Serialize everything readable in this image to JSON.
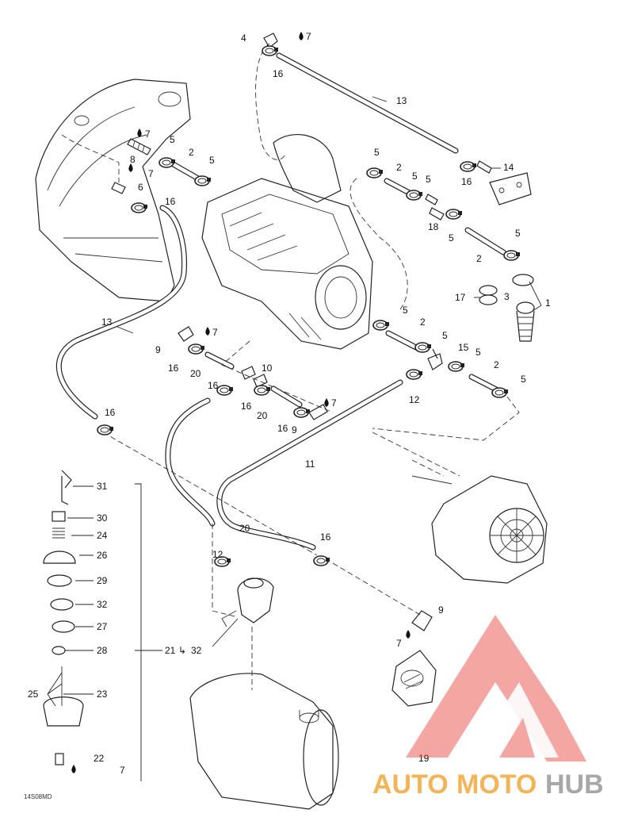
{
  "callouts": [
    {
      "id": "c1",
      "text": "1"
    },
    {
      "id": "c2a",
      "text": "2"
    },
    {
      "id": "c2b",
      "text": "2"
    },
    {
      "id": "c2c",
      "text": "2"
    },
    {
      "id": "c2d",
      "text": "2"
    },
    {
      "id": "c2e",
      "text": "2"
    },
    {
      "id": "c3",
      "text": "3"
    },
    {
      "id": "c4",
      "text": "4"
    },
    {
      "id": "c5a",
      "text": "5"
    },
    {
      "id": "c5b",
      "text": "5"
    },
    {
      "id": "c5c",
      "text": "5"
    },
    {
      "id": "c5d",
      "text": "5"
    },
    {
      "id": "c5e",
      "text": "5"
    },
    {
      "id": "c5f",
      "text": "5"
    },
    {
      "id": "c5g",
      "text": "5"
    },
    {
      "id": "c5h",
      "text": "5"
    },
    {
      "id": "c5i",
      "text": "5"
    },
    {
      "id": "c5j",
      "text": "5"
    },
    {
      "id": "c5k",
      "text": "5"
    },
    {
      "id": "c6",
      "text": "6"
    },
    {
      "id": "c7a",
      "text": "7"
    },
    {
      "id": "c7b",
      "text": "7"
    },
    {
      "id": "c7c",
      "text": "7"
    },
    {
      "id": "c7d",
      "text": "7"
    },
    {
      "id": "c7e",
      "text": "7"
    },
    {
      "id": "c7f",
      "text": "7"
    },
    {
      "id": "c7g",
      "text": "7"
    },
    {
      "id": "c8",
      "text": "8"
    },
    {
      "id": "c9a",
      "text": "9"
    },
    {
      "id": "c9b",
      "text": "9"
    },
    {
      "id": "c9c",
      "text": "9"
    },
    {
      "id": "c10",
      "text": "10"
    },
    {
      "id": "c11",
      "text": "11"
    },
    {
      "id": "c12a",
      "text": "12"
    },
    {
      "id": "c12b",
      "text": "12"
    },
    {
      "id": "c13a",
      "text": "13"
    },
    {
      "id": "c13b",
      "text": "13"
    },
    {
      "id": "c14",
      "text": "14"
    },
    {
      "id": "c15",
      "text": "15"
    },
    {
      "id": "c16a",
      "text": "16"
    },
    {
      "id": "c16b",
      "text": "16"
    },
    {
      "id": "c16c",
      "text": "16"
    },
    {
      "id": "c16d",
      "text": "16"
    },
    {
      "id": "c16e",
      "text": "16"
    },
    {
      "id": "c16f",
      "text": "16"
    },
    {
      "id": "c16g",
      "text": "16"
    },
    {
      "id": "c16h",
      "text": "16"
    },
    {
      "id": "c16i",
      "text": "16"
    },
    {
      "id": "c17",
      "text": "17"
    },
    {
      "id": "c18",
      "text": "18"
    },
    {
      "id": "c19",
      "text": "19"
    },
    {
      "id": "c20a",
      "text": "20"
    },
    {
      "id": "c20b",
      "text": "20"
    },
    {
      "id": "c20c",
      "text": "20"
    },
    {
      "id": "c22",
      "text": "22"
    },
    {
      "id": "c23",
      "text": "23"
    },
    {
      "id": "c24",
      "text": "24"
    },
    {
      "id": "c25",
      "text": "25"
    },
    {
      "id": "c26",
      "text": "26"
    },
    {
      "id": "c27",
      "text": "27"
    },
    {
      "id": "c28",
      "text": "28"
    },
    {
      "id": "c29",
      "text": "29"
    },
    {
      "id": "c30",
      "text": "30"
    },
    {
      "id": "c31",
      "text": "31"
    },
    {
      "id": "c32",
      "text": "32"
    }
  ],
  "kit_label": {
    "from": "21",
    "to": "32",
    "arrow": "↳"
  },
  "reference_code": "14S08MD",
  "watermark": {
    "parts": [
      "AUTO",
      "MOTO",
      "HUB"
    ],
    "colors": {
      "auto": "#f2a73a",
      "moto": "#f2a73a",
      "hub": "#9a9a9a",
      "logo": "#e8403a"
    }
  },
  "icons": [
    "drop-icon",
    "clamp-icon",
    "hose-icon",
    "valve-icon",
    "tank-icon"
  ]
}
